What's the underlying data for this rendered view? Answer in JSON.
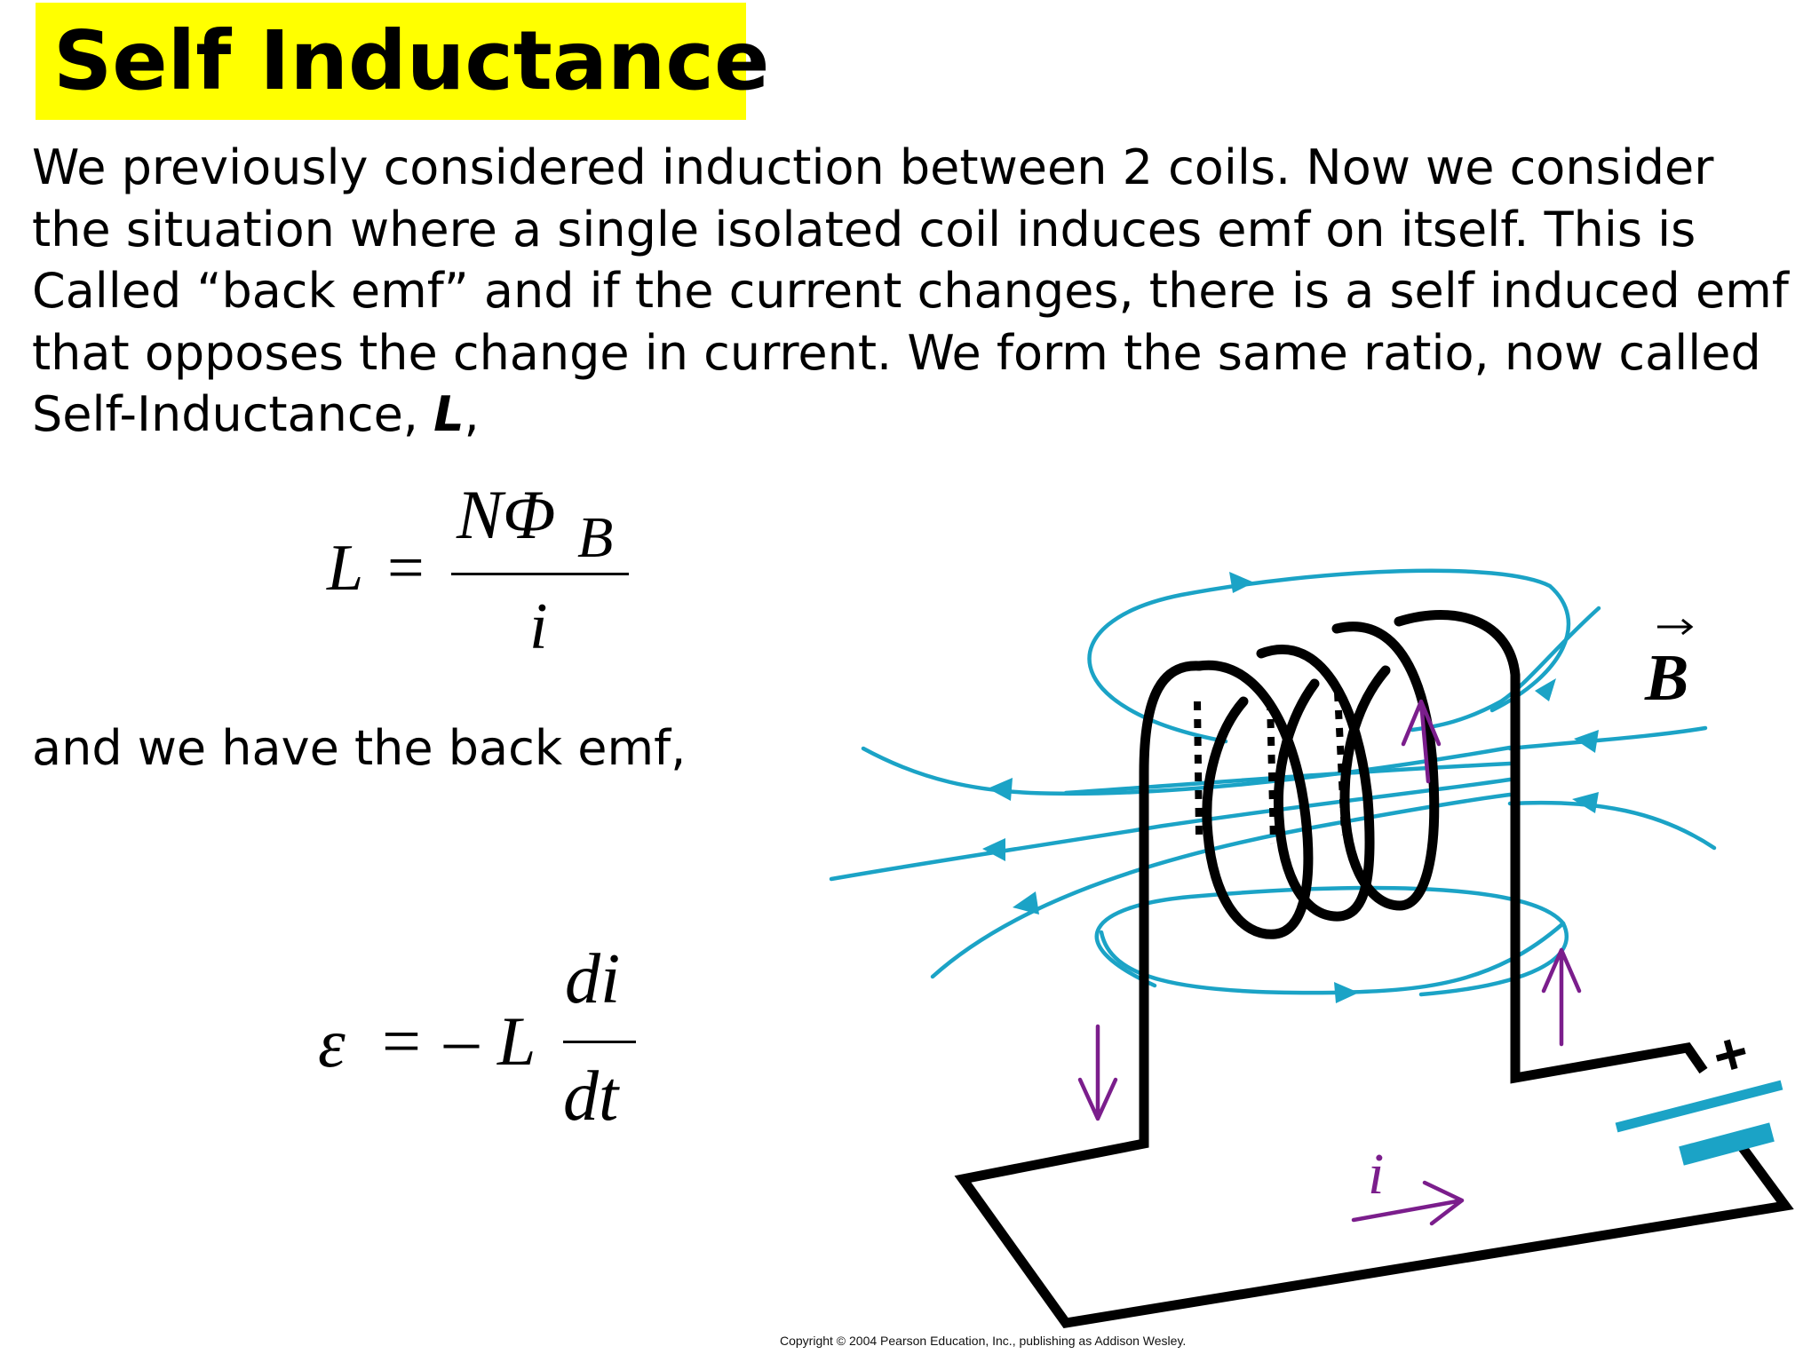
{
  "title": "Self Inductance",
  "intro_lines": [
    "We previously considered induction between 2 coils. Now we consider",
    "the situation where a single isolated coil induces emf on itself. This is",
    "Called “back emf” and if the current changes, there is a self induced emf",
    "that opposes the change in current. We form the same ratio, now called",
    "Self-Inductance, "
  ],
  "intro_symbol": "L",
  "intro_tail": ",",
  "back_emf_text": "and we have the back emf,",
  "equation_inductance": {
    "lhs": "L",
    "equals": "=",
    "numerator_main": "NΦ",
    "numerator_sub": "B",
    "denominator": "i"
  },
  "equation_back_emf": {
    "lhs": "ε",
    "equals": "=",
    "sign": "–",
    "symbol": "L",
    "numerator": "di",
    "denominator": "dt"
  },
  "figure": {
    "field_label": "B",
    "current_label": "i",
    "battery_plus": "+",
    "field_color": "#1ba3c6",
    "current_color": "#7b1e8c",
    "wire_color": "#000000"
  },
  "copyright": "Copyright © 2004 Pearson Education, Inc., publishing as Addison Wesley."
}
